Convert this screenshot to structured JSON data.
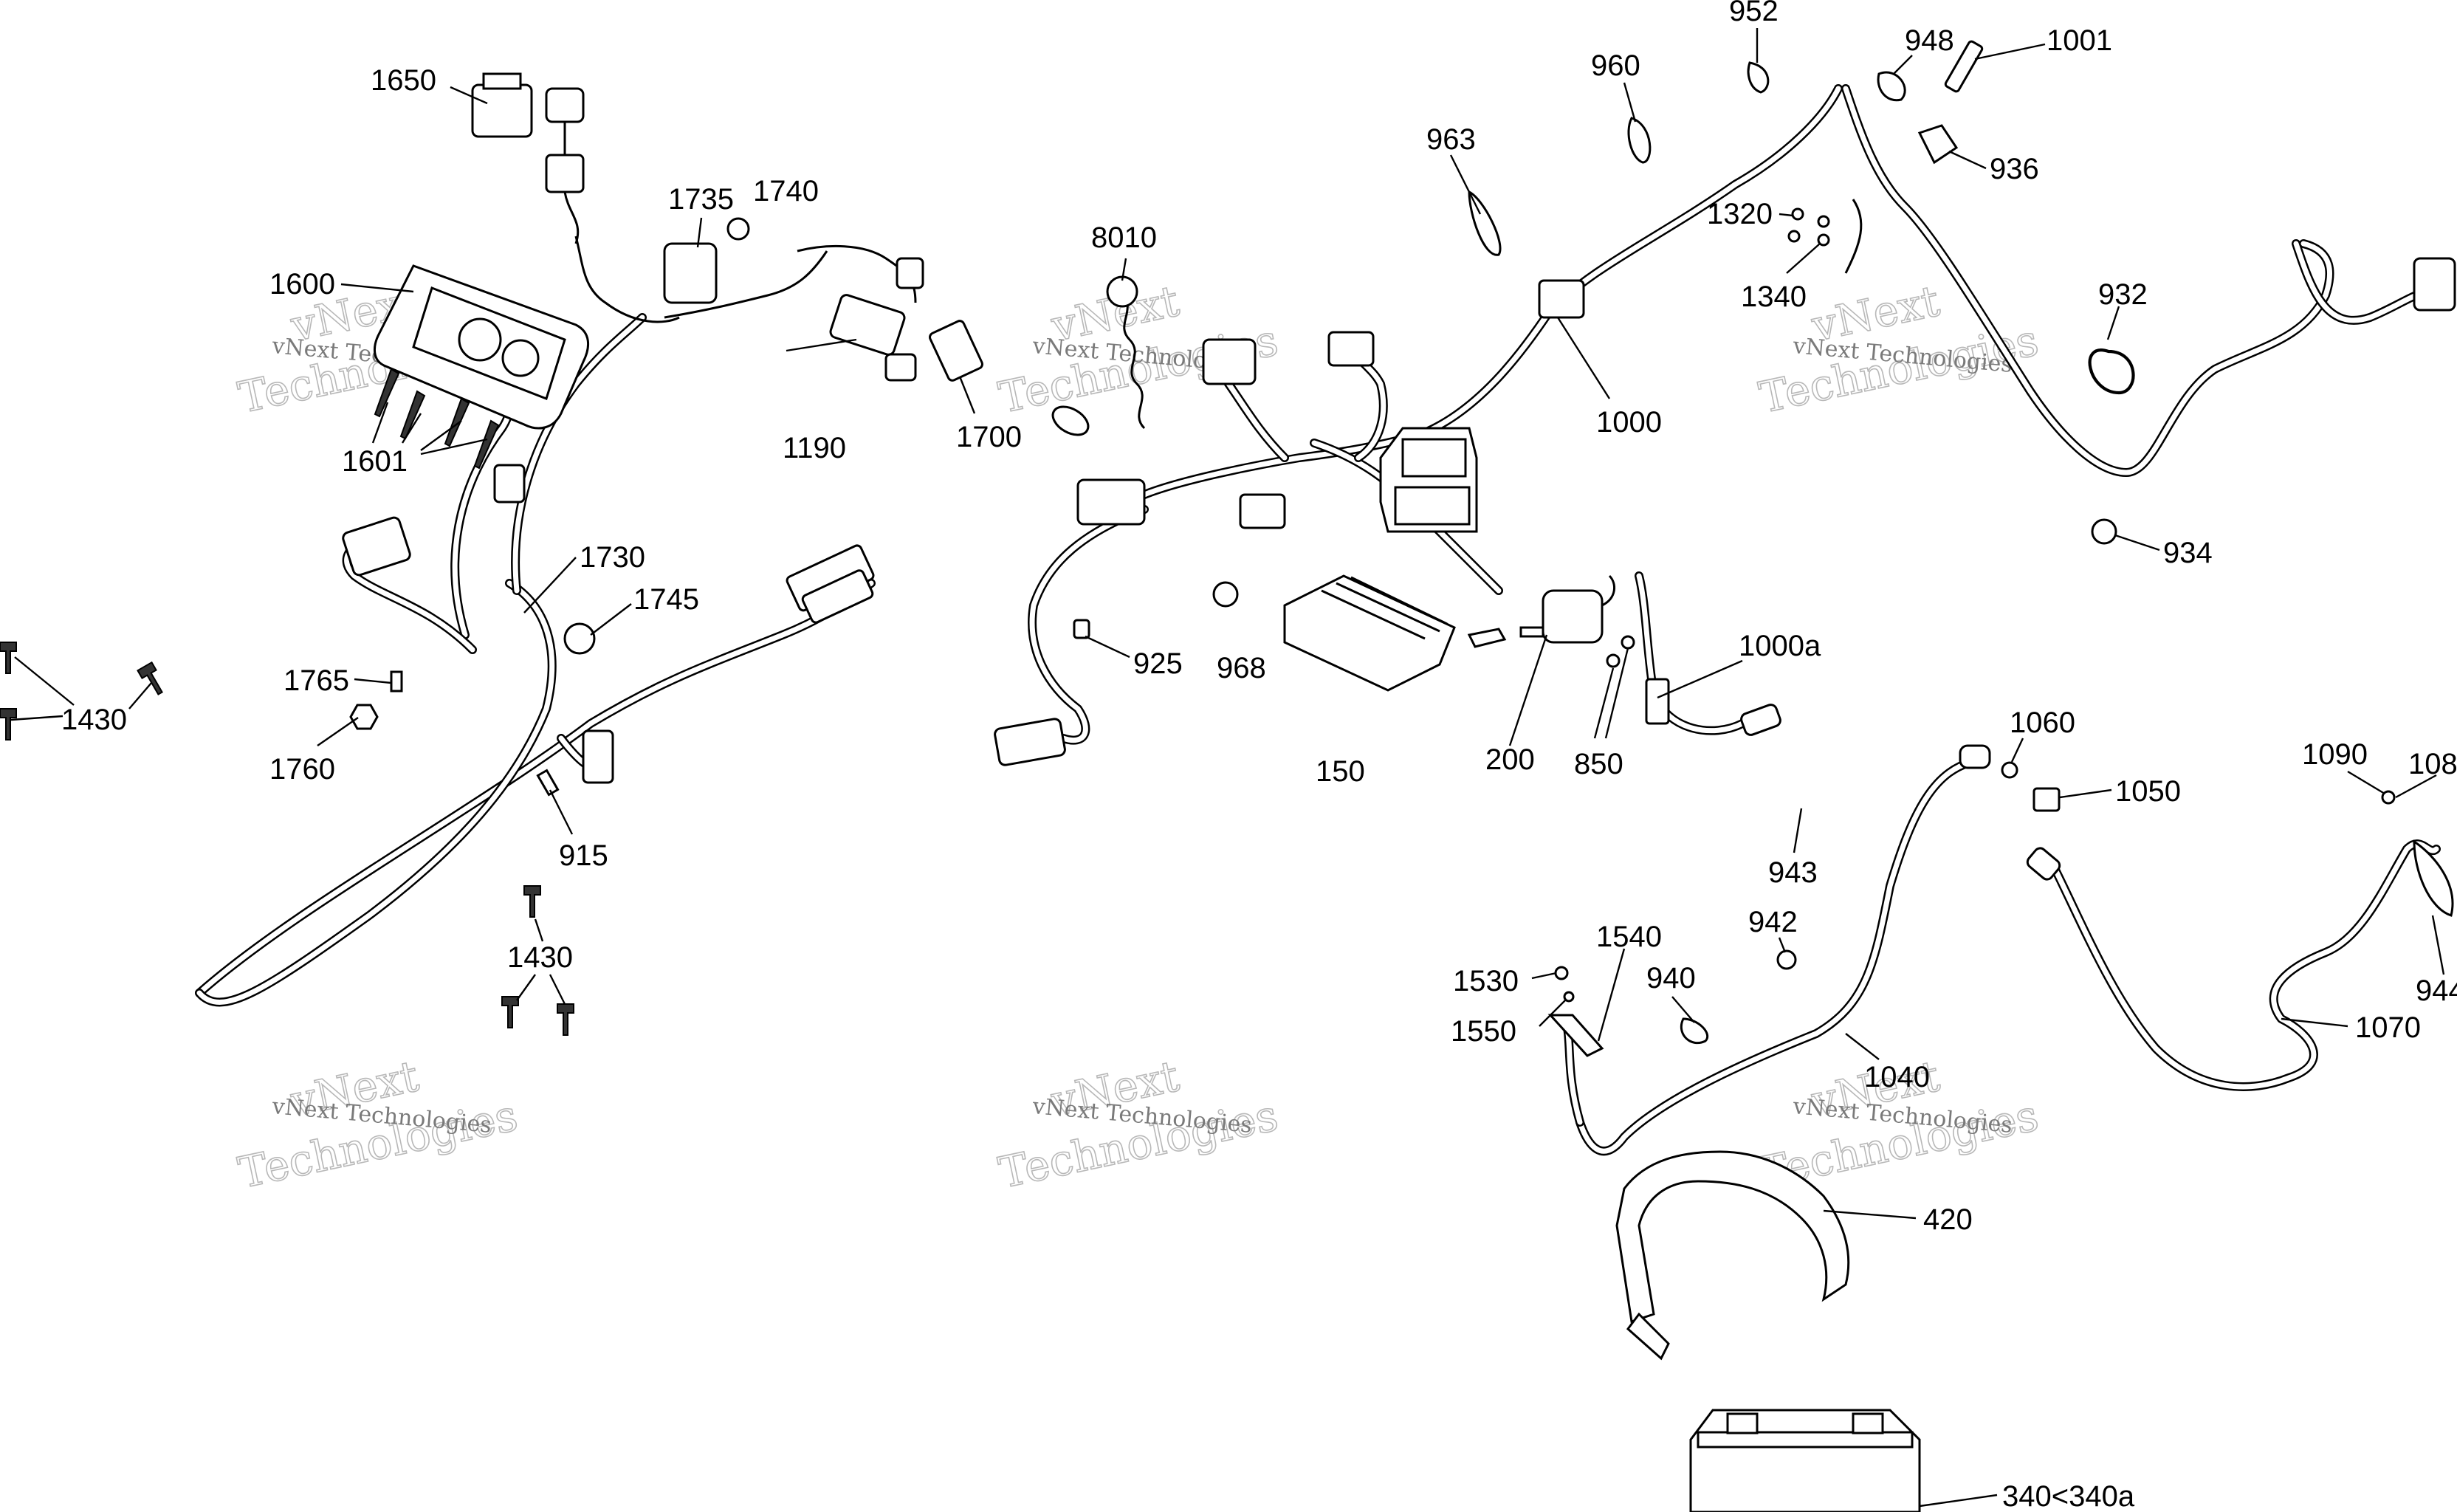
{
  "watermark": {
    "company": "vNext Technologies",
    "large_top": "vNext",
    "large_bottom": "Technologies"
  },
  "callouts": [
    {
      "id": "c1650",
      "label": "1650"
    },
    {
      "id": "c1600",
      "label": "1600"
    },
    {
      "id": "c1601",
      "label": "1601"
    },
    {
      "id": "c1735",
      "label": "1735"
    },
    {
      "id": "c1740",
      "label": "1740"
    },
    {
      "id": "c1190",
      "label": "1190"
    },
    {
      "id": "c1700",
      "label": "1700"
    },
    {
      "id": "c1730",
      "label": "1730"
    },
    {
      "id": "c1745",
      "label": "1745"
    },
    {
      "id": "c1765",
      "label": "1765"
    },
    {
      "id": "c1760",
      "label": "1760"
    },
    {
      "id": "c1430a",
      "label": "1430"
    },
    {
      "id": "c1430b",
      "label": "1430"
    },
    {
      "id": "c915",
      "label": "915"
    },
    {
      "id": "c8010",
      "label": "8010"
    },
    {
      "id": "c925",
      "label": "925"
    },
    {
      "id": "c968",
      "label": "968"
    },
    {
      "id": "c150",
      "label": "150"
    },
    {
      "id": "c200",
      "label": "200"
    },
    {
      "id": "c850",
      "label": "850"
    },
    {
      "id": "c1000a",
      "label": "1000a"
    },
    {
      "id": "c963",
      "label": "963"
    },
    {
      "id": "c960",
      "label": "960"
    },
    {
      "id": "c952",
      "label": "952"
    },
    {
      "id": "c948",
      "label": "948"
    },
    {
      "id": "c1001",
      "label": "1001"
    },
    {
      "id": "c936",
      "label": "936"
    },
    {
      "id": "c1320",
      "label": "1320"
    },
    {
      "id": "c1340",
      "label": "1340"
    },
    {
      "id": "c1000",
      "label": "1000"
    },
    {
      "id": "c932",
      "label": "932"
    },
    {
      "id": "c934",
      "label": "934"
    },
    {
      "id": "c1060",
      "label": "1060"
    },
    {
      "id": "c1050",
      "label": "1050"
    },
    {
      "id": "c943",
      "label": "943"
    },
    {
      "id": "c942",
      "label": "942"
    },
    {
      "id": "c1090",
      "label": "1090"
    },
    {
      "id": "c108",
      "label": "108"
    },
    {
      "id": "c944",
      "label": "944"
    },
    {
      "id": "c1070",
      "label": "1070"
    },
    {
      "id": "c1530",
      "label": "1530"
    },
    {
      "id": "c1540",
      "label": "1540"
    },
    {
      "id": "c1550",
      "label": "1550"
    },
    {
      "id": "c940",
      "label": "940"
    },
    {
      "id": "c1040",
      "label": "1040"
    },
    {
      "id": "c420",
      "label": "420"
    },
    {
      "id": "c340",
      "label": "340<340a"
    }
  ]
}
